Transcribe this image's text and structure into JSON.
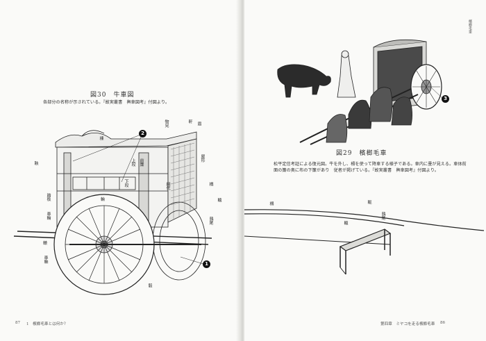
{
  "left_page": {
    "figure_title": "図30　牛車図",
    "caption": "各部分の名称が示されている。『故実叢書　輿車図考』付図より。",
    "page_number": "87",
    "running_footer": "1　檳榔毛車とは何か？",
    "callouts": [
      "2",
      "1"
    ],
    "labels_vertical": [
      "物見",
      "棟",
      "眉",
      "前簾",
      "上段",
      "下段",
      "軒",
      "屋形",
      "榻",
      "轅",
      "鴟尾",
      "鞅",
      "踏板",
      "車輪",
      "車軸",
      "轂",
      "網代"
    ],
    "labels_horizontal": [
      "輪",
      "轅"
    ]
  },
  "right_page": {
    "figure_title": "図29　檳榔毛車",
    "caption": "松平定信考証による復元図。牛を外し、榻を使って降車する様子である。車内に畳が見える。車体前面の簾の奥に布の下簾があり　従者が掲げている。『故実叢書　輿車図考』付図より。",
    "callout": "3",
    "page_number": "86",
    "running_footer": "第四章　ミヤコを走る檳榔毛車",
    "running_head": "檳榔毛車",
    "labels_vertical": [
      "榻",
      "軛",
      "轅",
      "鴟尾"
    ]
  }
}
